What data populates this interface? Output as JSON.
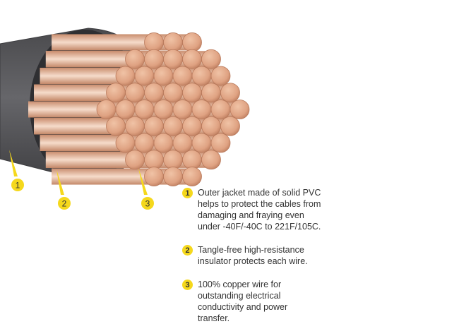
{
  "colors": {
    "jacket": "#5b5b5e",
    "jacket_edge": "#3d3d40",
    "copper_face": "#e0a98a",
    "copper_rim": "#b97a5c",
    "copper_strand": "#f3d6c2",
    "badge": "#f5d81c",
    "text": "#333333"
  },
  "markers": [
    {
      "label": "1"
    },
    {
      "label": "2"
    },
    {
      "label": "3"
    }
  ],
  "features": [
    {
      "number": "1",
      "text": "Outer jacket made of solid PVC\nhelps to protect the cables from\ndamaging and fraying even\nunder -40F/-40C to 221F/105C."
    },
    {
      "number": "2",
      "text": "Tangle-free high-resistance\ninsulator protects each wire."
    },
    {
      "number": "3",
      "text": "100% copper wire for\noutstanding electrical\nconductivity and power\ntransfer."
    }
  ]
}
